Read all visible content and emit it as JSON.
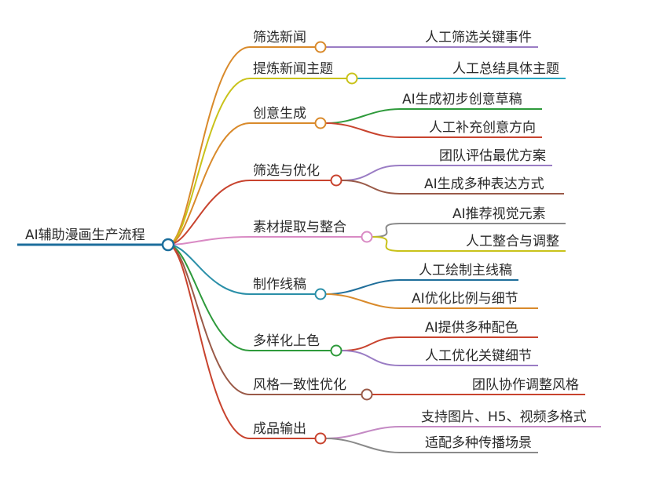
{
  "root": {
    "label": "AI辅助漫画生产流程",
    "color": "#1c6e9c"
  },
  "branches": [
    {
      "label": "筛选新闻",
      "color": "#d98a2b",
      "leaves": [
        {
          "label": "人工筛选关键事件",
          "color": "#9a7cc4"
        }
      ]
    },
    {
      "label": "提炼新闻主题",
      "color": "#c9c21a",
      "leaves": [
        {
          "label": "人工总结具体主题",
          "color": "#2aa7c2"
        }
      ]
    },
    {
      "label": "创意生成",
      "color": "#d98a2b",
      "leaves": [
        {
          "label": "AI生成初步创意草稿",
          "color": "#2e9a3b"
        },
        {
          "label": "人工补充创意方向",
          "color": "#c8432e"
        }
      ]
    },
    {
      "label": "筛选与优化",
      "color": "#c8432e",
      "leaves": [
        {
          "label": "团队评估最优方案",
          "color": "#9a7cc4"
        },
        {
          "label": "AI生成多种表达方式",
          "color": "#9a5a48"
        }
      ]
    },
    {
      "label": "素材提取与整合",
      "color": "#d98ac4",
      "leaves": [
        {
          "label": "AI推荐视觉元素",
          "color": "#8a8a8a"
        },
        {
          "label": "人工整合与调整",
          "color": "#c9c21a"
        }
      ]
    },
    {
      "label": "制作线稿",
      "color": "#2a8fa8",
      "leaves": [
        {
          "label": "人工绘制主线稿",
          "color": "#1f6e9a"
        },
        {
          "label": "AI优化比例与细节",
          "color": "#d98a2b"
        }
      ]
    },
    {
      "label": "多样化上色",
      "color": "#2e9a3b",
      "leaves": [
        {
          "label": "AI提供多种配色",
          "color": "#c8432e"
        },
        {
          "label": "人工优化关键细节",
          "color": "#9a7cc4"
        }
      ]
    },
    {
      "label": "风格一致性优化",
      "color": "#9a5a48",
      "leaves": [
        {
          "label": "团队协作调整风格",
          "color": "#c8432e"
        }
      ]
    },
    {
      "label": "成品输出",
      "color": "#c8432e",
      "leaves": [
        {
          "label": "支持图片、H5、视频多格式",
          "color": "#c48ac4"
        },
        {
          "label": "适配多种传播场景",
          "color": "#8a8a8a"
        }
      ]
    }
  ]
}
